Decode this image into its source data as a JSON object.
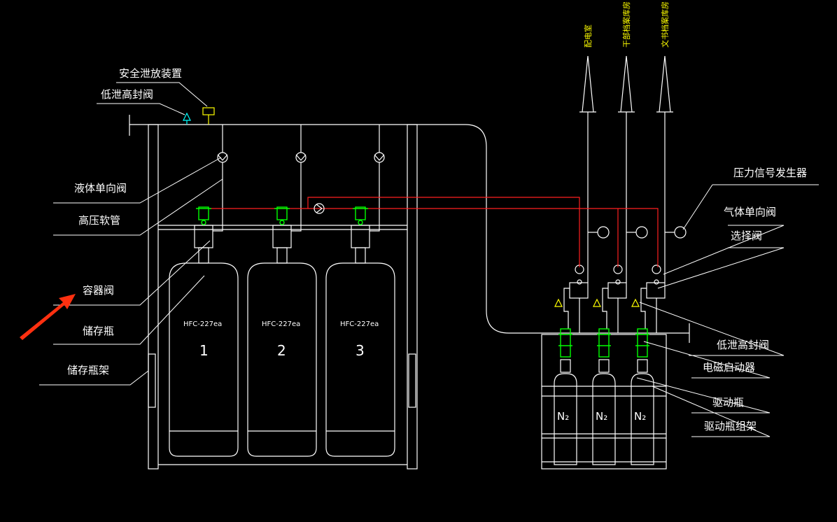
{
  "labels": {
    "safety_vent": "安全泄放装置",
    "low_leak_valve_left": "低泄高封阀",
    "liquid_check_valve": "液体单向阀",
    "hp_hose": "高压软管",
    "container_valve": "容器阀",
    "storage_bottle": "储存瓶",
    "storage_rack": "储存瓶架",
    "pressure_signal": "压力信号发生器",
    "gas_check_valve": "气体单向阀",
    "selector_valve": "选择阀",
    "low_leak_valve_right": "低泄高封阀",
    "solenoid_starter": "电磁启动器",
    "drive_bottle": "驱动瓶",
    "drive_rack": "驱动瓶组架"
  },
  "outlets": [
    "配电室",
    "干部档案库房",
    "文书档案库房"
  ],
  "tanks": [
    {
      "agent": "HFC-227ea",
      "number": "1"
    },
    {
      "agent": "HFC-227ea",
      "number": "2"
    },
    {
      "agent": "HFC-227ea",
      "number": "3"
    }
  ],
  "drive_bottles": [
    "N₂",
    "N₂",
    "N₂"
  ],
  "colors": {
    "line": "#ffffff",
    "signal": "#ff2020",
    "valve": "#00ff00",
    "vent": "#ffff00",
    "low_leak": "#00ffff",
    "arrow": "#ff3010"
  }
}
